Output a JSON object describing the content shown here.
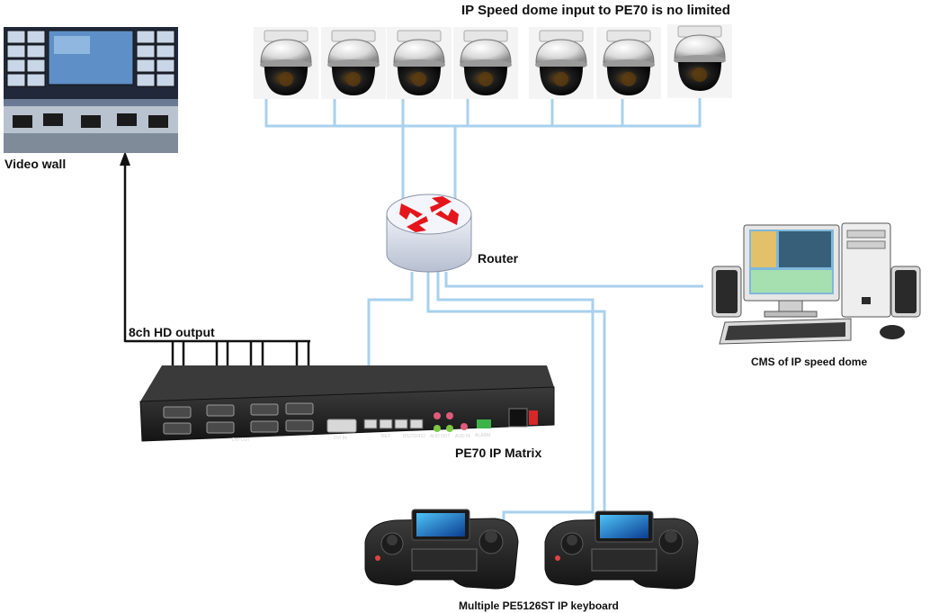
{
  "labels": {
    "title": "IP Speed dome input to PE70 is no limited",
    "video_wall": "Video wall",
    "router": "Router",
    "hd_output": "8ch HD output",
    "cms": "CMS of IP speed dome",
    "matrix": "PE70 IP Matrix",
    "keyboards": "Multiple PE5126ST IP keyboard"
  },
  "panel_labels": {
    "dvi_out": "DVI OUT",
    "dvi_in": "DVI IN",
    "net": "NET",
    "rs232": "RS232/422",
    "audio_out": "AUD OUT",
    "audio_in": "AUD IN",
    "alarm": "ALARM"
  },
  "device_counts": {
    "speed_domes": 7,
    "keyboards": 2,
    "hd_output_channels": 8
  },
  "colors": {
    "network_line": "#a8d1ee",
    "hd_line": "#111111",
    "router_arrow": "#e4161c",
    "device_dark": "#2b2b2b"
  }
}
